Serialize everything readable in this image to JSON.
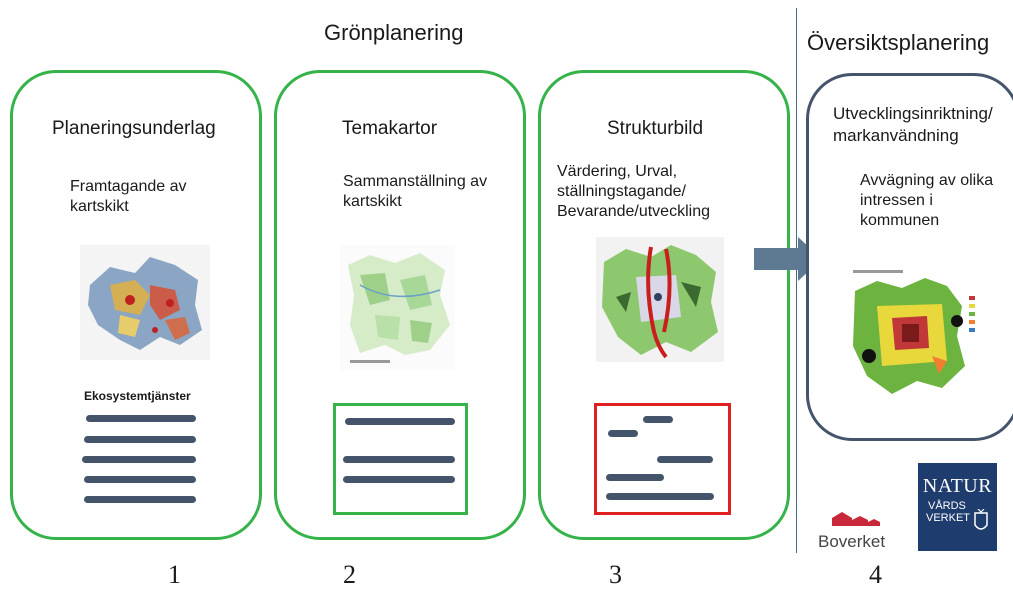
{
  "sections": {
    "green_planning": "Grönplanering",
    "overview_planning": "Översiktsplanering"
  },
  "steps": [
    {
      "title": "Planeringsunderlag",
      "subtitle": "Framtagande av kartskikt",
      "extra_label": "Ekosystemtjänster",
      "number": "1"
    },
    {
      "title": "Temakartor",
      "subtitle": "Sammanställning av kartskikt",
      "number": "2"
    },
    {
      "title": "Strukturbild",
      "subtitle": "Värdering, Urval, ställningstagande/ Bevarande/utveckling",
      "number": "3"
    },
    {
      "title": "Utvecklingsinriktning/ markanvändning",
      "subtitle": "Avvägning av olika intressen i kommunen",
      "number": "4"
    }
  ],
  "logos": {
    "boverket": "Boverket",
    "naturvardsverket_line1": "NATUR",
    "naturvardsverket_line2": "VÅRDS",
    "naturvardsverket_line3": "VERKET"
  },
  "colors": {
    "green_border": "#35b34a",
    "dark_border": "#44546a",
    "red_frame": "#e02020",
    "arrow": "#5d7a92",
    "nv_blue": "#1f3c6e",
    "boverket_red": "#c8283a"
  }
}
